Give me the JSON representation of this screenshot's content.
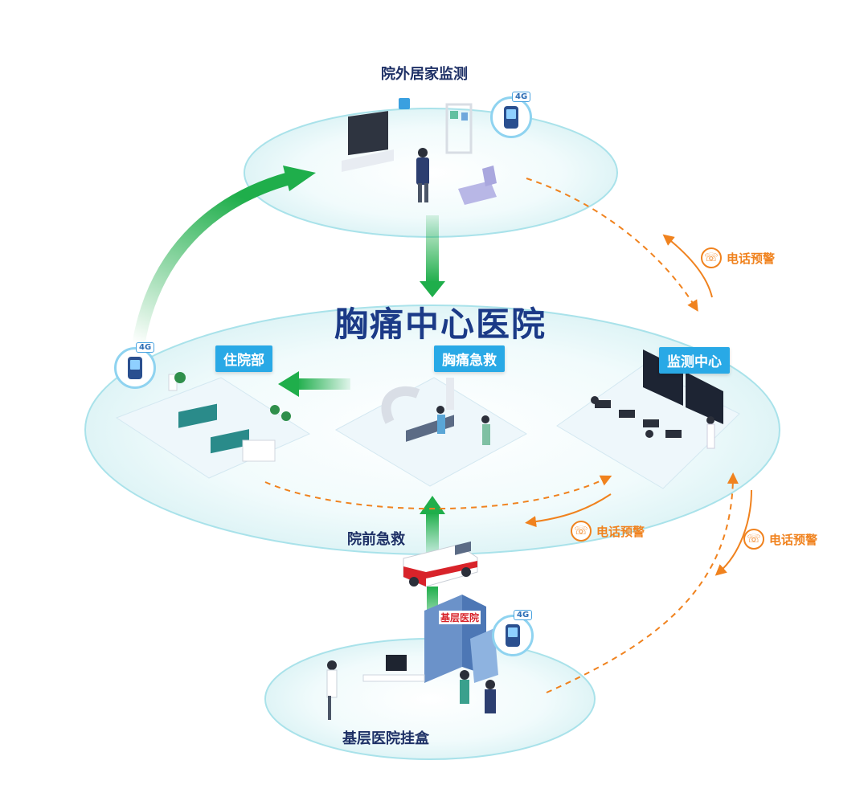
{
  "title": "胸痛中心医院",
  "zones": {
    "home": "院外居家监测",
    "prehospital": "院前急救",
    "primary_hospital": "基层医院挂盒"
  },
  "signs": {
    "inpatient": "住院部",
    "emergency": "胸痛急救",
    "monitor": "监测中心",
    "primary_building": "基层医院"
  },
  "warnings": {
    "phone_alert_1": "电话预警",
    "phone_alert_2": "电话预警",
    "phone_alert_3": "电话预警"
  },
  "badges": {
    "network_1": "4G",
    "network_2": "4G",
    "network_3": "4G"
  },
  "colors": {
    "title": "#1b3a87",
    "green_arrow": "#1fae4b",
    "orange_alert": "#f0821e",
    "sign_blue": "#29a9e6",
    "platform_teal": "#a9e2ea"
  }
}
